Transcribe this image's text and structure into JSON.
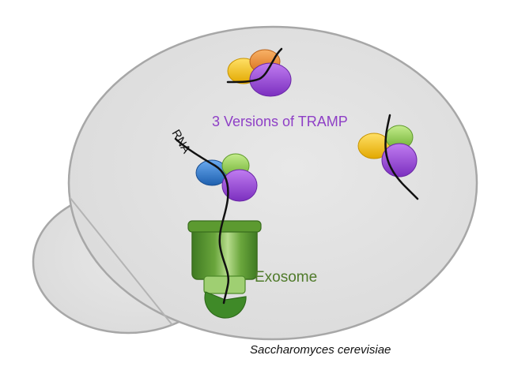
{
  "labels": {
    "tramp": "3 Versions of TRAMP",
    "exosome": "Exosome",
    "rna": "RNA",
    "organism": "Saccharomyces cerevisiae"
  },
  "colors": {
    "cell_fill": "#e3e3e3",
    "cell_stroke": "#a7a7a7",
    "yellow_protein": "#f5c20f",
    "orange_protein": "#ec8a2c",
    "purple_protein": "#9b4fd8",
    "green_protein": "#92d050",
    "blue_protein": "#2f7fd0",
    "exosome_green": "#4e8a2a",
    "rna_strand": "#111111"
  }
}
